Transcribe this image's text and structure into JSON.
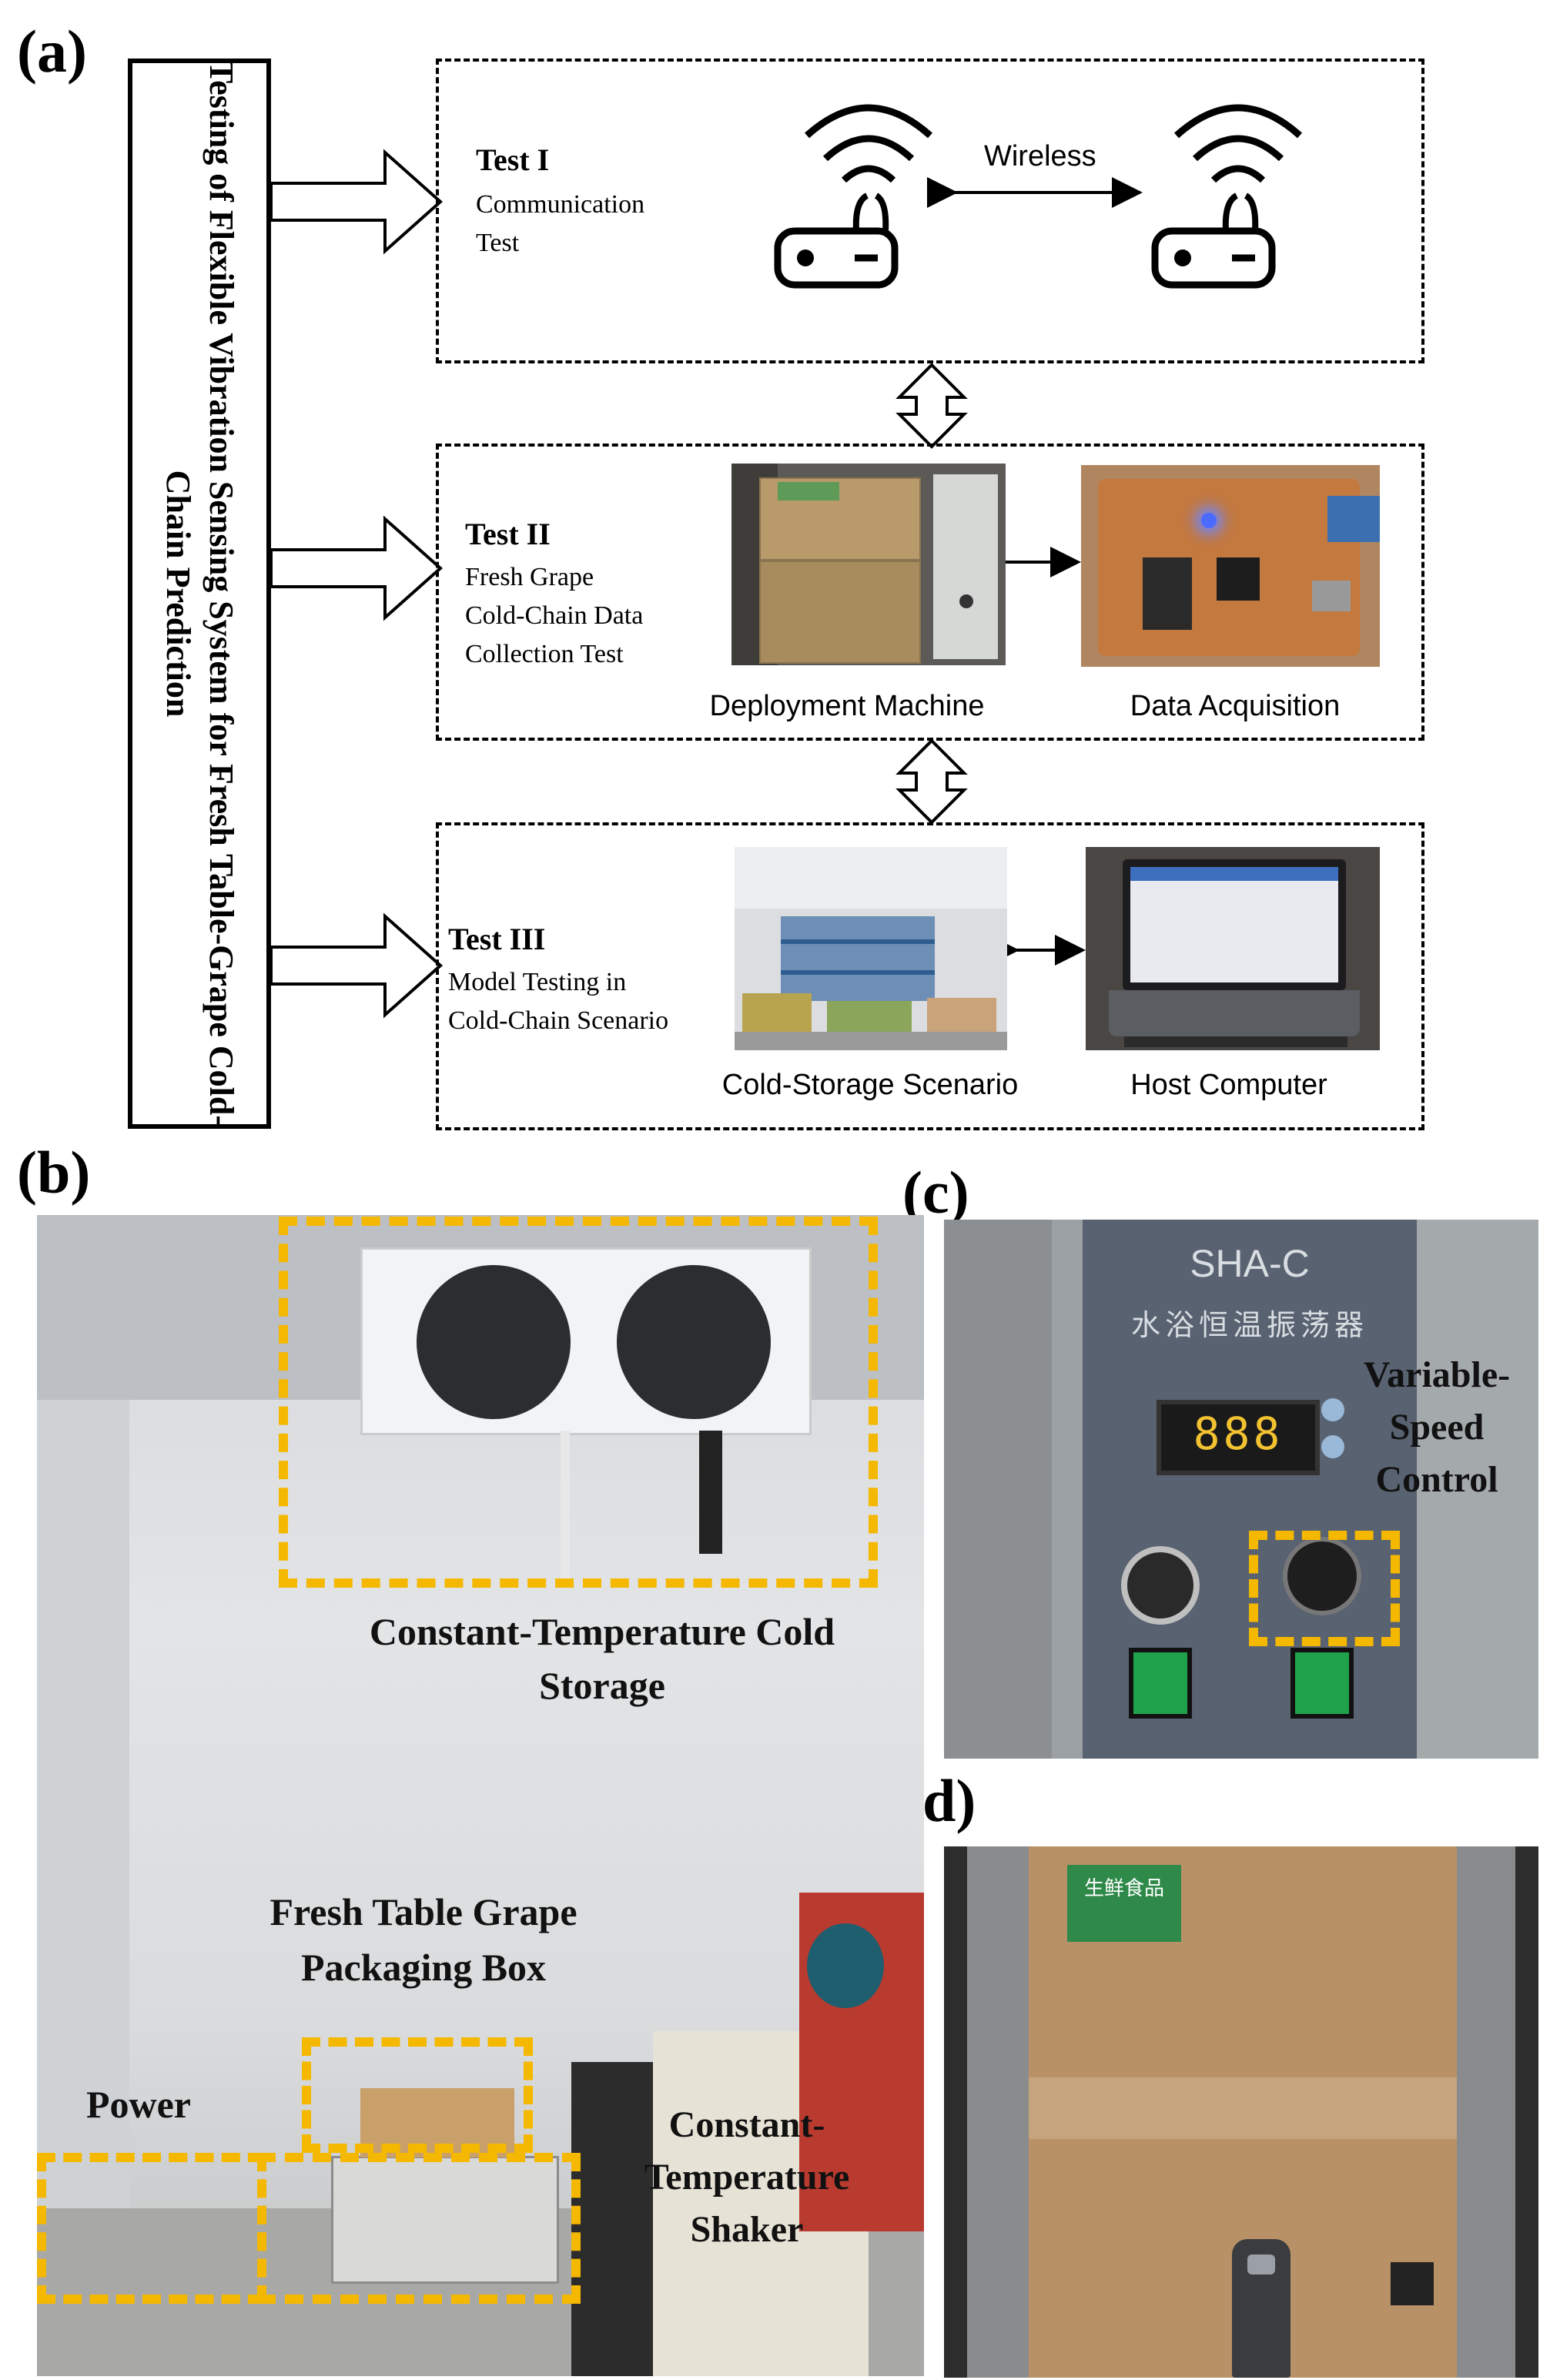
{
  "panels": {
    "a": "(a)",
    "b": "(b)",
    "c": "(c)",
    "d": "(d)"
  },
  "side_title": "Testing of Flexible Vibration Sensing System for Fresh Table-Grape Cold-Chain Prediction",
  "tests": [
    {
      "title": "Test I",
      "desc": [
        "Communication",
        "Test"
      ]
    },
    {
      "title": "Test II",
      "desc": [
        "Fresh Grape",
        "Cold-Chain Data",
        "Collection Test"
      ]
    },
    {
      "title": "Test III",
      "desc": [
        "Model Testing in",
        "Cold-Chain Scenario"
      ]
    }
  ],
  "wireless_label": "Wireless",
  "captions": {
    "deployment": "Deployment Machine",
    "acquisition": "Data Acquisition",
    "cold_storage": "Cold-Storage Scenario",
    "host": "Host Computer"
  },
  "photo_b_labels": {
    "cold_storage": [
      "Constant-Temperature Cold",
      "Storage"
    ],
    "grape_box": [
      "Fresh Table Grape",
      "Packaging Box"
    ],
    "power": "Power",
    "shaker": [
      "Constant-",
      "Temperature",
      "Shaker"
    ]
  },
  "photo_c": {
    "model": "SHA-C",
    "chinese_title": "水浴恒温振荡器",
    "display": "888",
    "label": [
      "Variable-",
      "Speed",
      "Control"
    ]
  },
  "photo_d": {
    "box_logo": "生鲜食品"
  },
  "colors": {
    "highlight": "#f5b800"
  }
}
